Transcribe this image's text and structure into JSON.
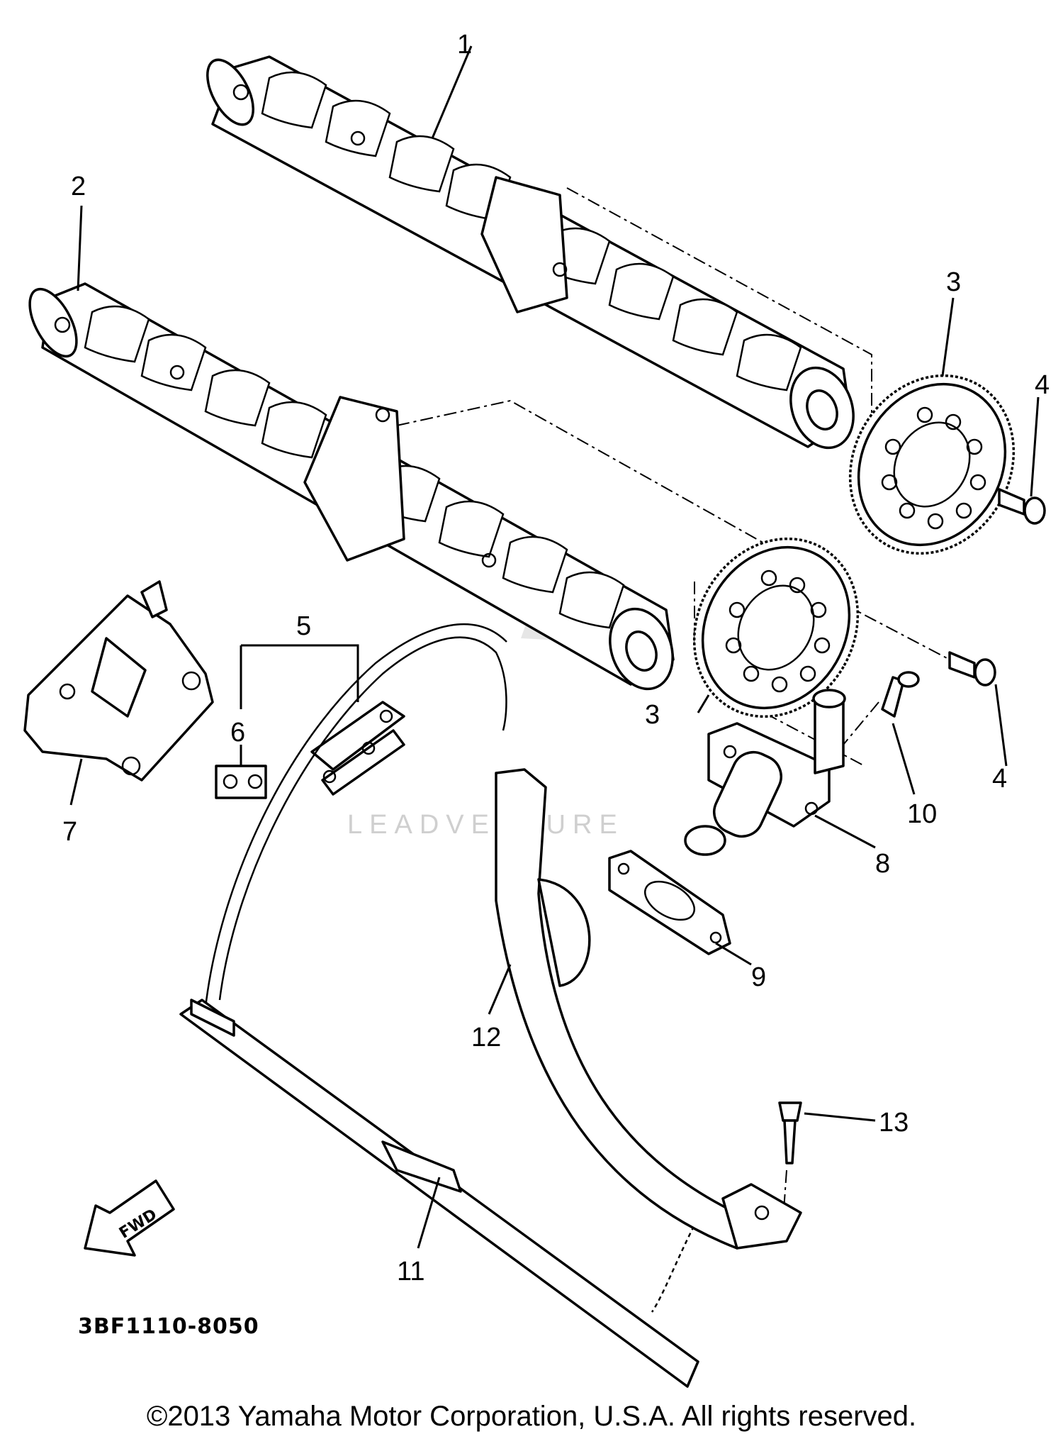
{
  "diagram": {
    "callouts": [
      {
        "id": "1",
        "text": "1"
      },
      {
        "id": "2",
        "text": "2"
      },
      {
        "id": "3a",
        "text": "3"
      },
      {
        "id": "3b",
        "text": "3"
      },
      {
        "id": "4a",
        "text": "4"
      },
      {
        "id": "4b",
        "text": "4"
      },
      {
        "id": "5",
        "text": "5"
      },
      {
        "id": "6",
        "text": "6"
      },
      {
        "id": "7",
        "text": "7"
      },
      {
        "id": "8",
        "text": "8"
      },
      {
        "id": "9",
        "text": "9"
      },
      {
        "id": "10",
        "text": "10"
      },
      {
        "id": "11",
        "text": "11"
      },
      {
        "id": "12",
        "text": "12"
      },
      {
        "id": "13",
        "text": "13"
      }
    ],
    "fwd_label": "FWD",
    "diagram_code": "3BF1110-8050",
    "watermark": "LEADVENTURE",
    "copyright": "©2013 Yamaha Motor Corporation, U.S.A. All rights reserved."
  }
}
